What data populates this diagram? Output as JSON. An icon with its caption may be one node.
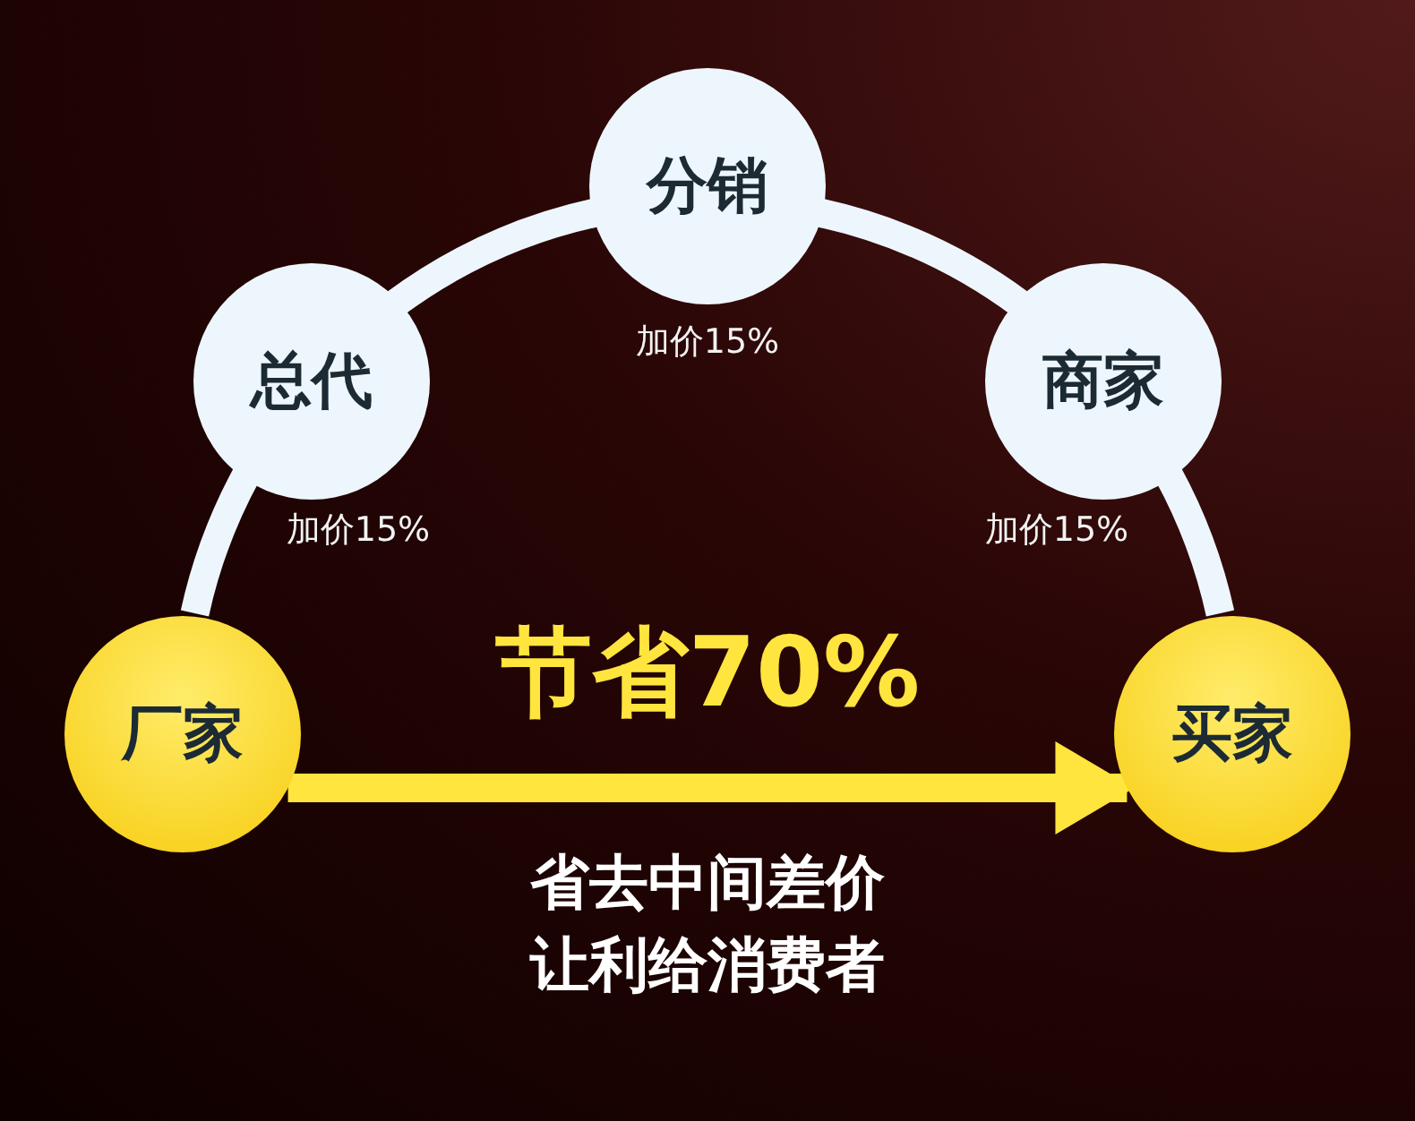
{
  "diagram": {
    "nodes": [
      {
        "text": [
          "厂家"
        ]
      },
      {
        "text": [
          "总代"
        ],
        "beside": [
          "加价15%"
        ]
      },
      {
        "text": [
          "分销"
        ],
        "beside": [
          "加价15%"
        ]
      },
      {
        "text": [
          "商家"
        ],
        "beside": [
          "加价15%"
        ]
      },
      {
        "text": [
          "买家"
        ]
      }
    ],
    "edges": [
      {
        "from": 0,
        "to": 1,
        "arrow": "none"
      },
      {
        "from": 1,
        "to": 2,
        "arrow": "none"
      },
      {
        "from": 2,
        "to": 3,
        "arrow": "none"
      },
      {
        "from": 3,
        "to": 4,
        "arrow": "none"
      },
      {
        "from": 0,
        "to": 4,
        "arrow": "to",
        "label": "节省70%",
        "color": "#ffe53d"
      }
    ],
    "labels": [
      "省去中间差价让利给消费者"
    ]
  }
}
